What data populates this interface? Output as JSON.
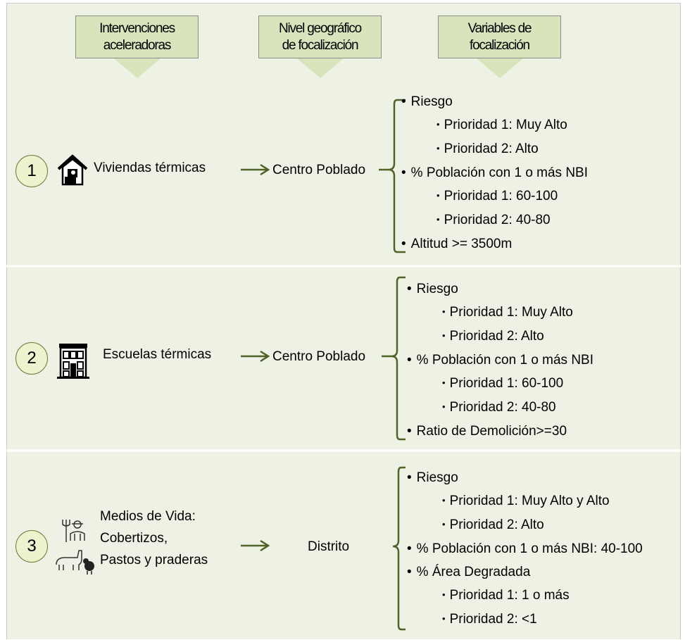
{
  "headers": [
    {
      "label": "Intervenciones\naceleradoras"
    },
    {
      "label": "Nivel geográfico\nde focalización"
    },
    {
      "label": "Variables de\nfocalización"
    }
  ],
  "rows": [
    {
      "number": "1",
      "icon": "house-icon",
      "intervention": "Viviendas térmicas",
      "level": "Centro Poblado",
      "variables": [
        {
          "text": "Riesgo",
          "sub": [
            "Prioridad 1: Muy Alto",
            "Prioridad 2: Alto"
          ]
        },
        {
          "text": "% Población con 1 o más NBI",
          "sub": [
            "Prioridad 1: 60-100",
            "Prioridad 2: 40-80"
          ]
        },
        {
          "text": "Altitud >= 3500m",
          "sub": []
        }
      ]
    },
    {
      "number": "2",
      "icon": "school-building-icon",
      "intervention": "Escuelas térmicas",
      "level": "Centro Poblado",
      "variables": [
        {
          "text": "Riesgo",
          "sub": [
            "Prioridad 1: Muy Alto",
            "Prioridad 2: Alto"
          ]
        },
        {
          "text": "% Población con 1 o más NBI",
          "sub": [
            "Prioridad 1: 60-100",
            "Prioridad 2: 40-80"
          ]
        },
        {
          "text": "Ratio de Demolición>=30",
          "sub": []
        }
      ]
    },
    {
      "number": "3",
      "icon": "farmer-livestock-icon",
      "intervention_lines": [
        "Medios de Vida:",
        "Cobertizos,",
        "Pastos y praderas"
      ],
      "level": "Distrito",
      "variables": [
        {
          "text": "Riesgo",
          "sub": [
            "Prioridad 1: Muy Alto y Alto",
            "Prioridad 2: Alto"
          ]
        },
        {
          "text": "% Población con 1 o más NBI: 40-100",
          "sub": []
        },
        {
          "text": "% Área Degradada",
          "sub": [
            "Prioridad 1: 1 o más",
            "Prioridad 2: <1"
          ]
        }
      ]
    }
  ],
  "colors": {
    "background": "#eef2e4",
    "header_fill": "#d8e4bc",
    "arrow": "#4f6228",
    "circle_border": "#6b7a3a"
  }
}
